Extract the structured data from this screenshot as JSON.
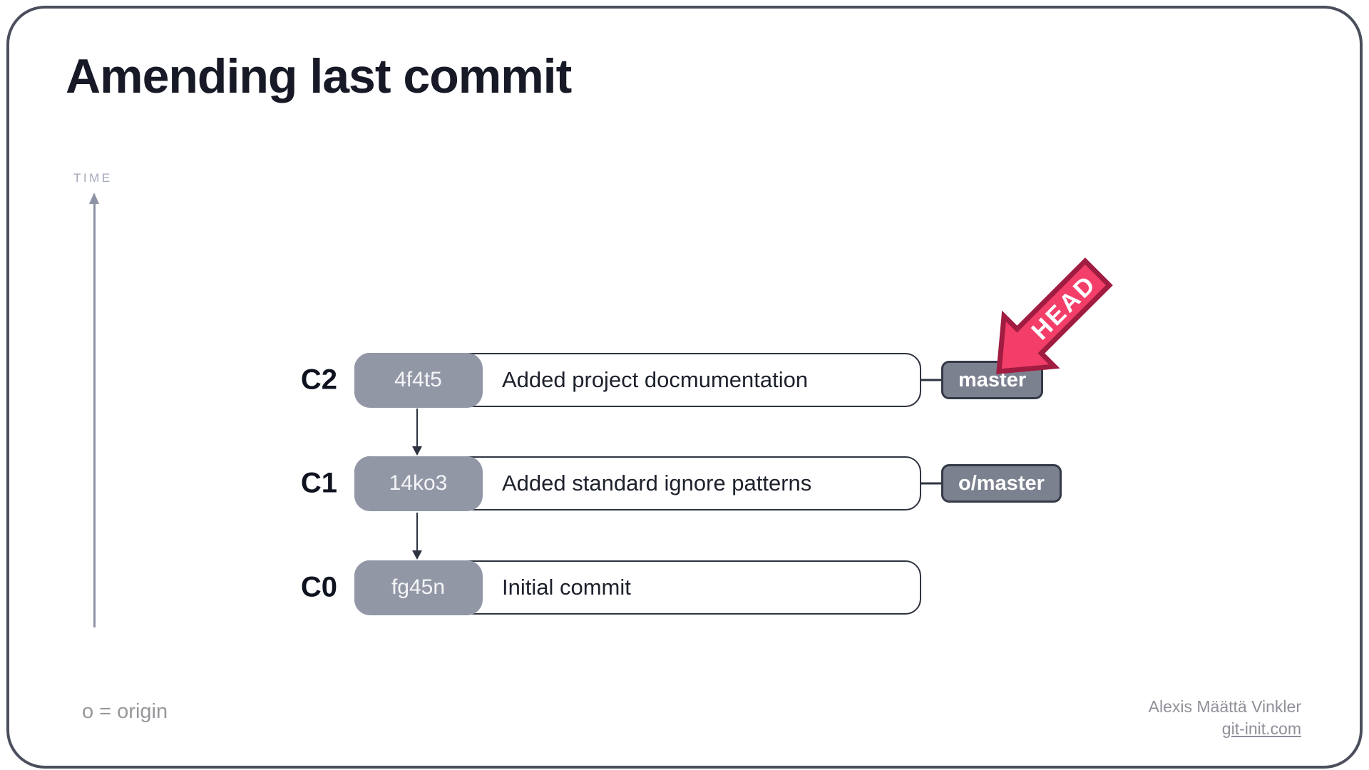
{
  "slide": {
    "title": "Amending last commit",
    "time_axis_label": "TIME",
    "legend": "o = origin",
    "credit_name": "Alexis Määttä Vinkler",
    "credit_link": "git-init.com"
  },
  "head_pointer": {
    "label": "HEAD"
  },
  "commits": [
    {
      "label": "C2",
      "hash": "4f4t5",
      "message": "Added project docmumentation",
      "ref": "master"
    },
    {
      "label": "C1",
      "hash": "14ko3",
      "message": "Added standard ignore patterns",
      "ref": "o/master"
    },
    {
      "label": "C0",
      "hash": "fg45n",
      "message": "Initial commit"
    }
  ],
  "colors": {
    "title": "#171a26",
    "ink": "#1d212c",
    "box_border": "#2e3340",
    "pill": "#9297a6",
    "pill_text": "#f4f5f7",
    "badge": "#7c8190",
    "badge_border": "#343947",
    "badge_text": "#ffffff",
    "axis": "#8f93a6",
    "axis_label": "#a3a7b7",
    "muted": "#97979c",
    "credit": "#8f9099",
    "head_fill": "#f23e68",
    "head_border": "#a01c41",
    "head_text": "#ffffff",
    "card_border": "#4b4f5d"
  }
}
